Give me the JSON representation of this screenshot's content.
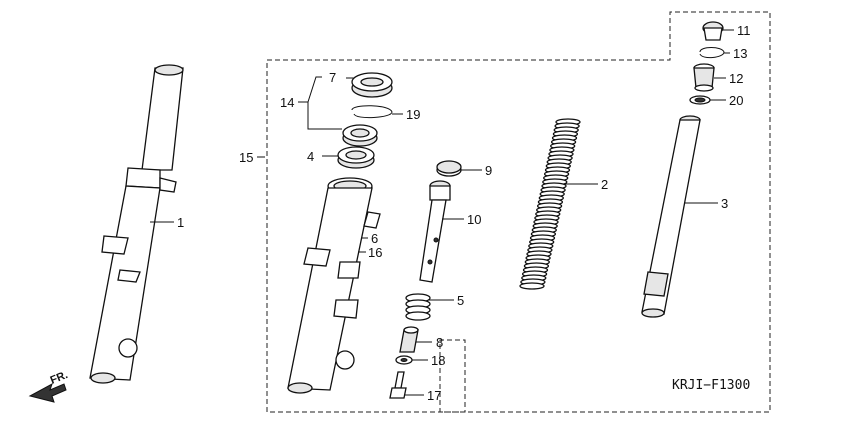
{
  "diagram": {
    "code": "KRJI−F1300",
    "front_marker": "FR.",
    "callouts": [
      "1",
      "2",
      "3",
      "4",
      "5",
      "6",
      "7",
      "8",
      "9",
      "10",
      "11",
      "12",
      "13",
      "14",
      "15",
      "16",
      "17",
      "18",
      "19",
      "20"
    ]
  }
}
